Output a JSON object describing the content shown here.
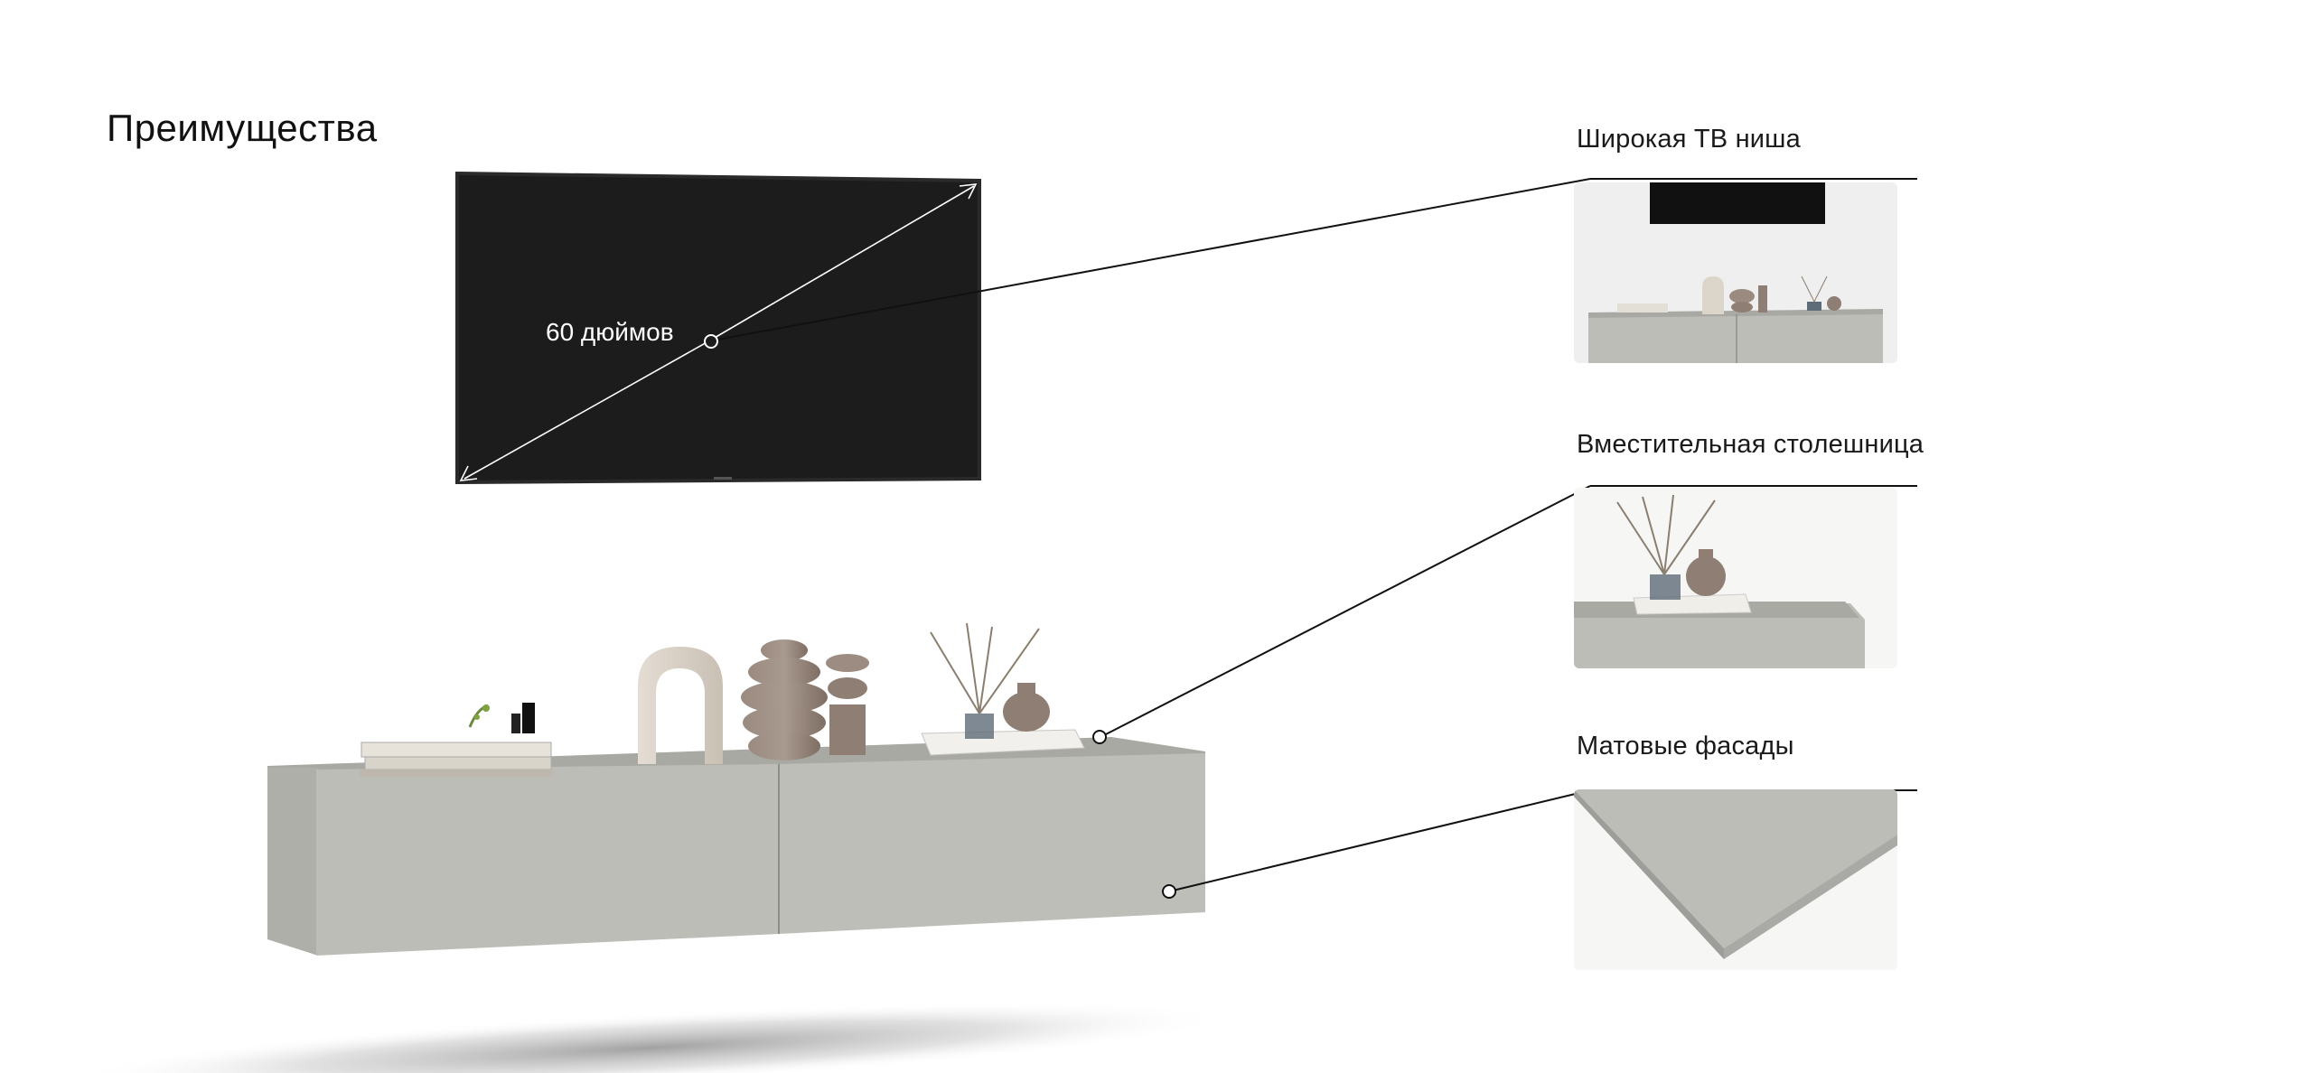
{
  "page": {
    "title": "Преимущества"
  },
  "tv": {
    "diagonal_label": "60 дюймов"
  },
  "features": [
    {
      "label": "Широкая ТВ ниша",
      "icon": "tv-niche-thumbnail"
    },
    {
      "label": "Вместительная  столешница",
      "icon": "tabletop-thumbnail"
    },
    {
      "label": "Матовые фасады",
      "icon": "matte-facade-thumbnail"
    }
  ],
  "colors": {
    "background": "#ffffff",
    "tv_screen": "#1c1c1c",
    "cabinet": "#bdbdb8",
    "cabinet_top": "#a9a9a4",
    "callout_line": "#111111"
  }
}
